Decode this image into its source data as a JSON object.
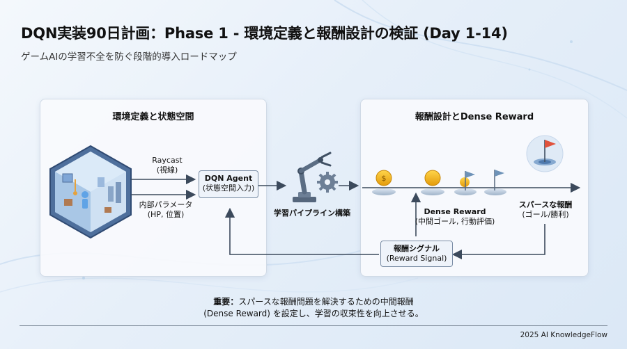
{
  "title": "DQN実装90日計画：Phase 1 - 環境定義と報酬設計の検証 (Day 1-14)",
  "subtitle": "ゲームAIの学習不全を防ぐ段階的導入ロードマップ",
  "left_panel": {
    "title": "環境定義と状態空間",
    "input_raycast": "Raycast",
    "input_raycast_sub": "(視線)",
    "input_params": "内部パラメータ",
    "input_params_sub": "(HP, 位置)",
    "agent_title": "DQN Agent",
    "agent_sub": "(状態空間入力)"
  },
  "pipeline_label": "学習パイプライン構築",
  "right_panel": {
    "title": "報酬設計とDense Reward",
    "dense_title": "Dense Reward",
    "dense_sub": "(中間ゴール, 行動評価)",
    "sparse_title": "スパースな報酬",
    "sparse_sub": "(ゴール/勝利)",
    "signal_title": "報酬シグナル",
    "signal_sub": "(Reward Signal)"
  },
  "note": {
    "prefix": "重要：",
    "line1": "スパースな報酬問題を解決するための中間報酬",
    "line2": "(Dense Reward) を設定し、学習の収束性を向上させる。"
  },
  "footer": "2025 AI KnowledgeFlow",
  "colors": {
    "arrow": "#3c4a5c",
    "coin": "#f2b516",
    "flag": "#6e93b8",
    "goal_flag": "#e0523c",
    "cube": "#6b8cb5"
  },
  "icons": [
    "environment-cube-icon",
    "robot-arm-icon",
    "gear-icon",
    "coin-icon",
    "flag-icon",
    "goal-flag-icon"
  ]
}
